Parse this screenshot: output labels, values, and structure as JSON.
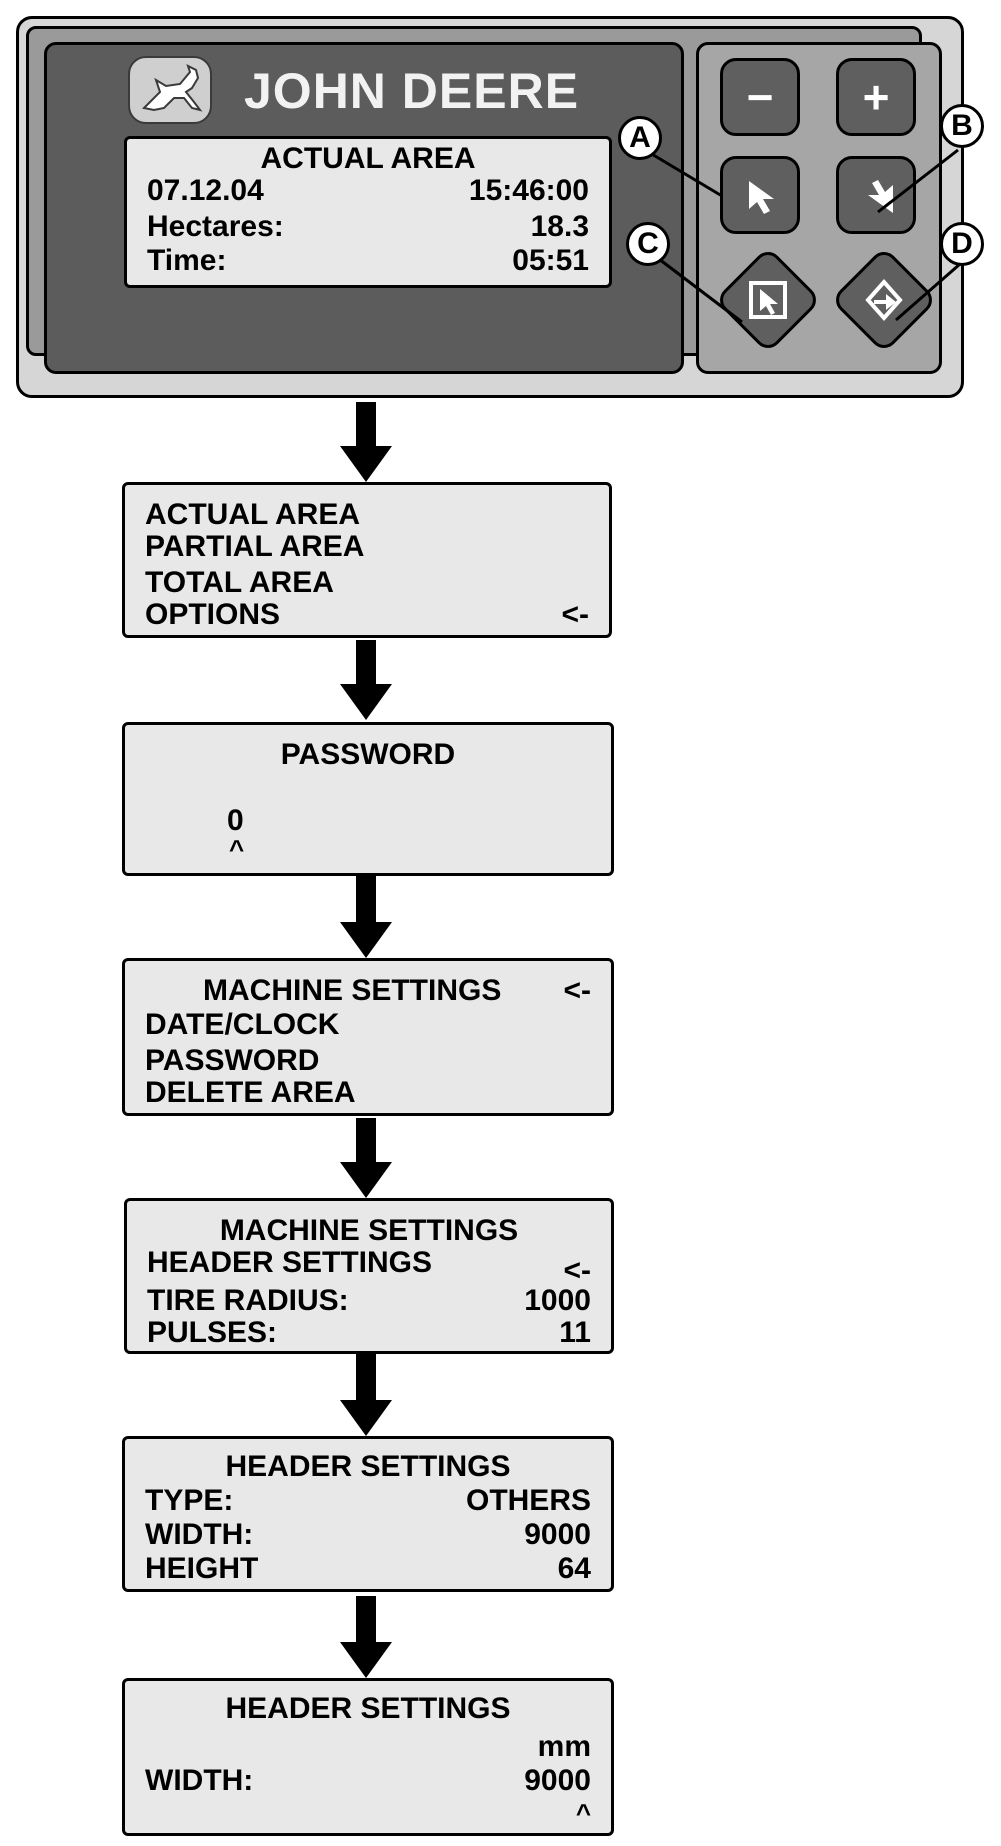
{
  "brand": {
    "name": "JOHN DEERE",
    "logo_icon": "leaping-deer-icon"
  },
  "console_display": {
    "title": "ACTUAL AREA",
    "date": "07.12.04",
    "clock": "15:46:00",
    "rows": [
      {
        "label": "Hectares:",
        "value": "18.3"
      },
      {
        "label": "Time:",
        "value": "05:51"
      }
    ]
  },
  "keys": {
    "minus": "−",
    "plus": "+",
    "key_a_icon": "cursor-up-left-icon",
    "key_b_icon": "cursor-down-right-icon",
    "key_c_icon": "select-enter-icon",
    "key_d_icon": "exit-return-icon"
  },
  "callouts": {
    "a": "A",
    "b": "B",
    "c": "C",
    "d": "D"
  },
  "screens": {
    "menu": {
      "items": [
        "ACTUAL AREA",
        "PARTIAL AREA",
        "TOTAL AREA",
        "OPTIONS"
      ],
      "cursor": "<-"
    },
    "password": {
      "title": "PASSWORD",
      "value": "0",
      "caret": "^"
    },
    "machine_menu": {
      "items": [
        "MACHINE SETTINGS",
        "DATE/CLOCK",
        "PASSWORD",
        "DELETE AREA"
      ],
      "cursor": "<-"
    },
    "machine_settings": {
      "title": "MACHINE SETTINGS",
      "header_item": "HEADER SETTINGS",
      "cursor": "<-",
      "rows": [
        {
          "label": "TIRE RADIUS:",
          "value": "1000"
        },
        {
          "label": "PULSES:",
          "value": "11"
        }
      ]
    },
    "header_settings": {
      "title": "HEADER SETTINGS",
      "rows": [
        {
          "label": "TYPE:",
          "value": "OTHERS"
        },
        {
          "label": "WIDTH:",
          "value": "9000"
        },
        {
          "label": "HEIGHT",
          "value": "64"
        }
      ]
    },
    "header_width_edit": {
      "title": "HEADER SETTINGS",
      "unit": "mm",
      "label": "WIDTH:",
      "value": "9000",
      "caret": "^"
    }
  }
}
